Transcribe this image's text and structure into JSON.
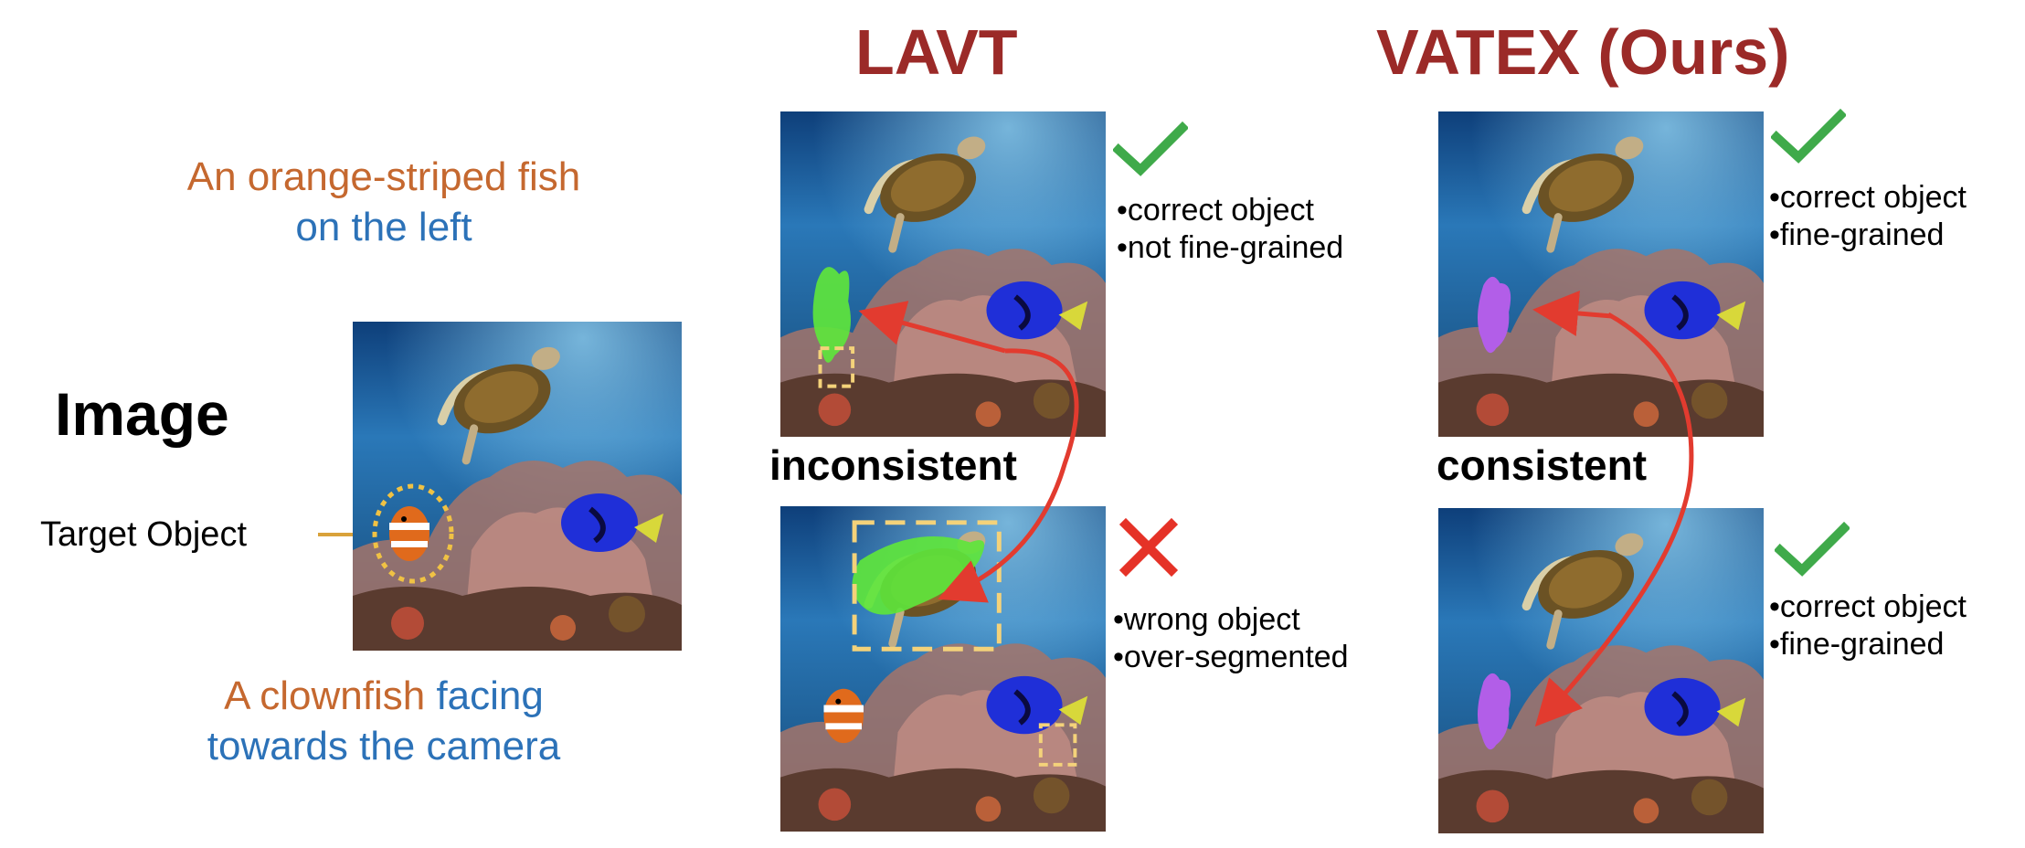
{
  "titles": {
    "lavt": "LAVT",
    "vatex": "VATEX (Ours)"
  },
  "left": {
    "image_label": "Image",
    "target_label": "Target Object",
    "caption1": {
      "part1": "An orange-striped fish",
      "part2": "on the left"
    },
    "caption2": {
      "part1": "A clownfish",
      "part2": " facing",
      "part3": "towards the camera"
    }
  },
  "lavt": {
    "status_label": "inconsistent",
    "top_notes": [
      "•correct object",
      "•not fine-grained"
    ],
    "bottom_notes": [
      "•wrong object",
      "•over-segmented"
    ]
  },
  "vatex": {
    "status_label": "consistent",
    "top_notes": [
      "•correct object",
      "•fine-grained"
    ],
    "bottom_notes": [
      "•correct object",
      "•fine-grained"
    ]
  },
  "colors": {
    "title_red": "#9b2a28",
    "caption_orange": "#c5682f",
    "caption_blue": "#2c72b8",
    "check_green": "#3faa4a",
    "cross_red": "#e53227",
    "arrow_red": "#e23b2f",
    "target_gold": "#d9a23a",
    "mask_green": "#5ee53c",
    "mask_purple": "#b25ee8",
    "dashed_yellow": "#f4d27a"
  },
  "icons": {
    "top_left_result": "check-icon",
    "bottom_left_result": "cross-icon",
    "top_right_result": "check-icon",
    "bottom_right_result": "check-icon"
  }
}
